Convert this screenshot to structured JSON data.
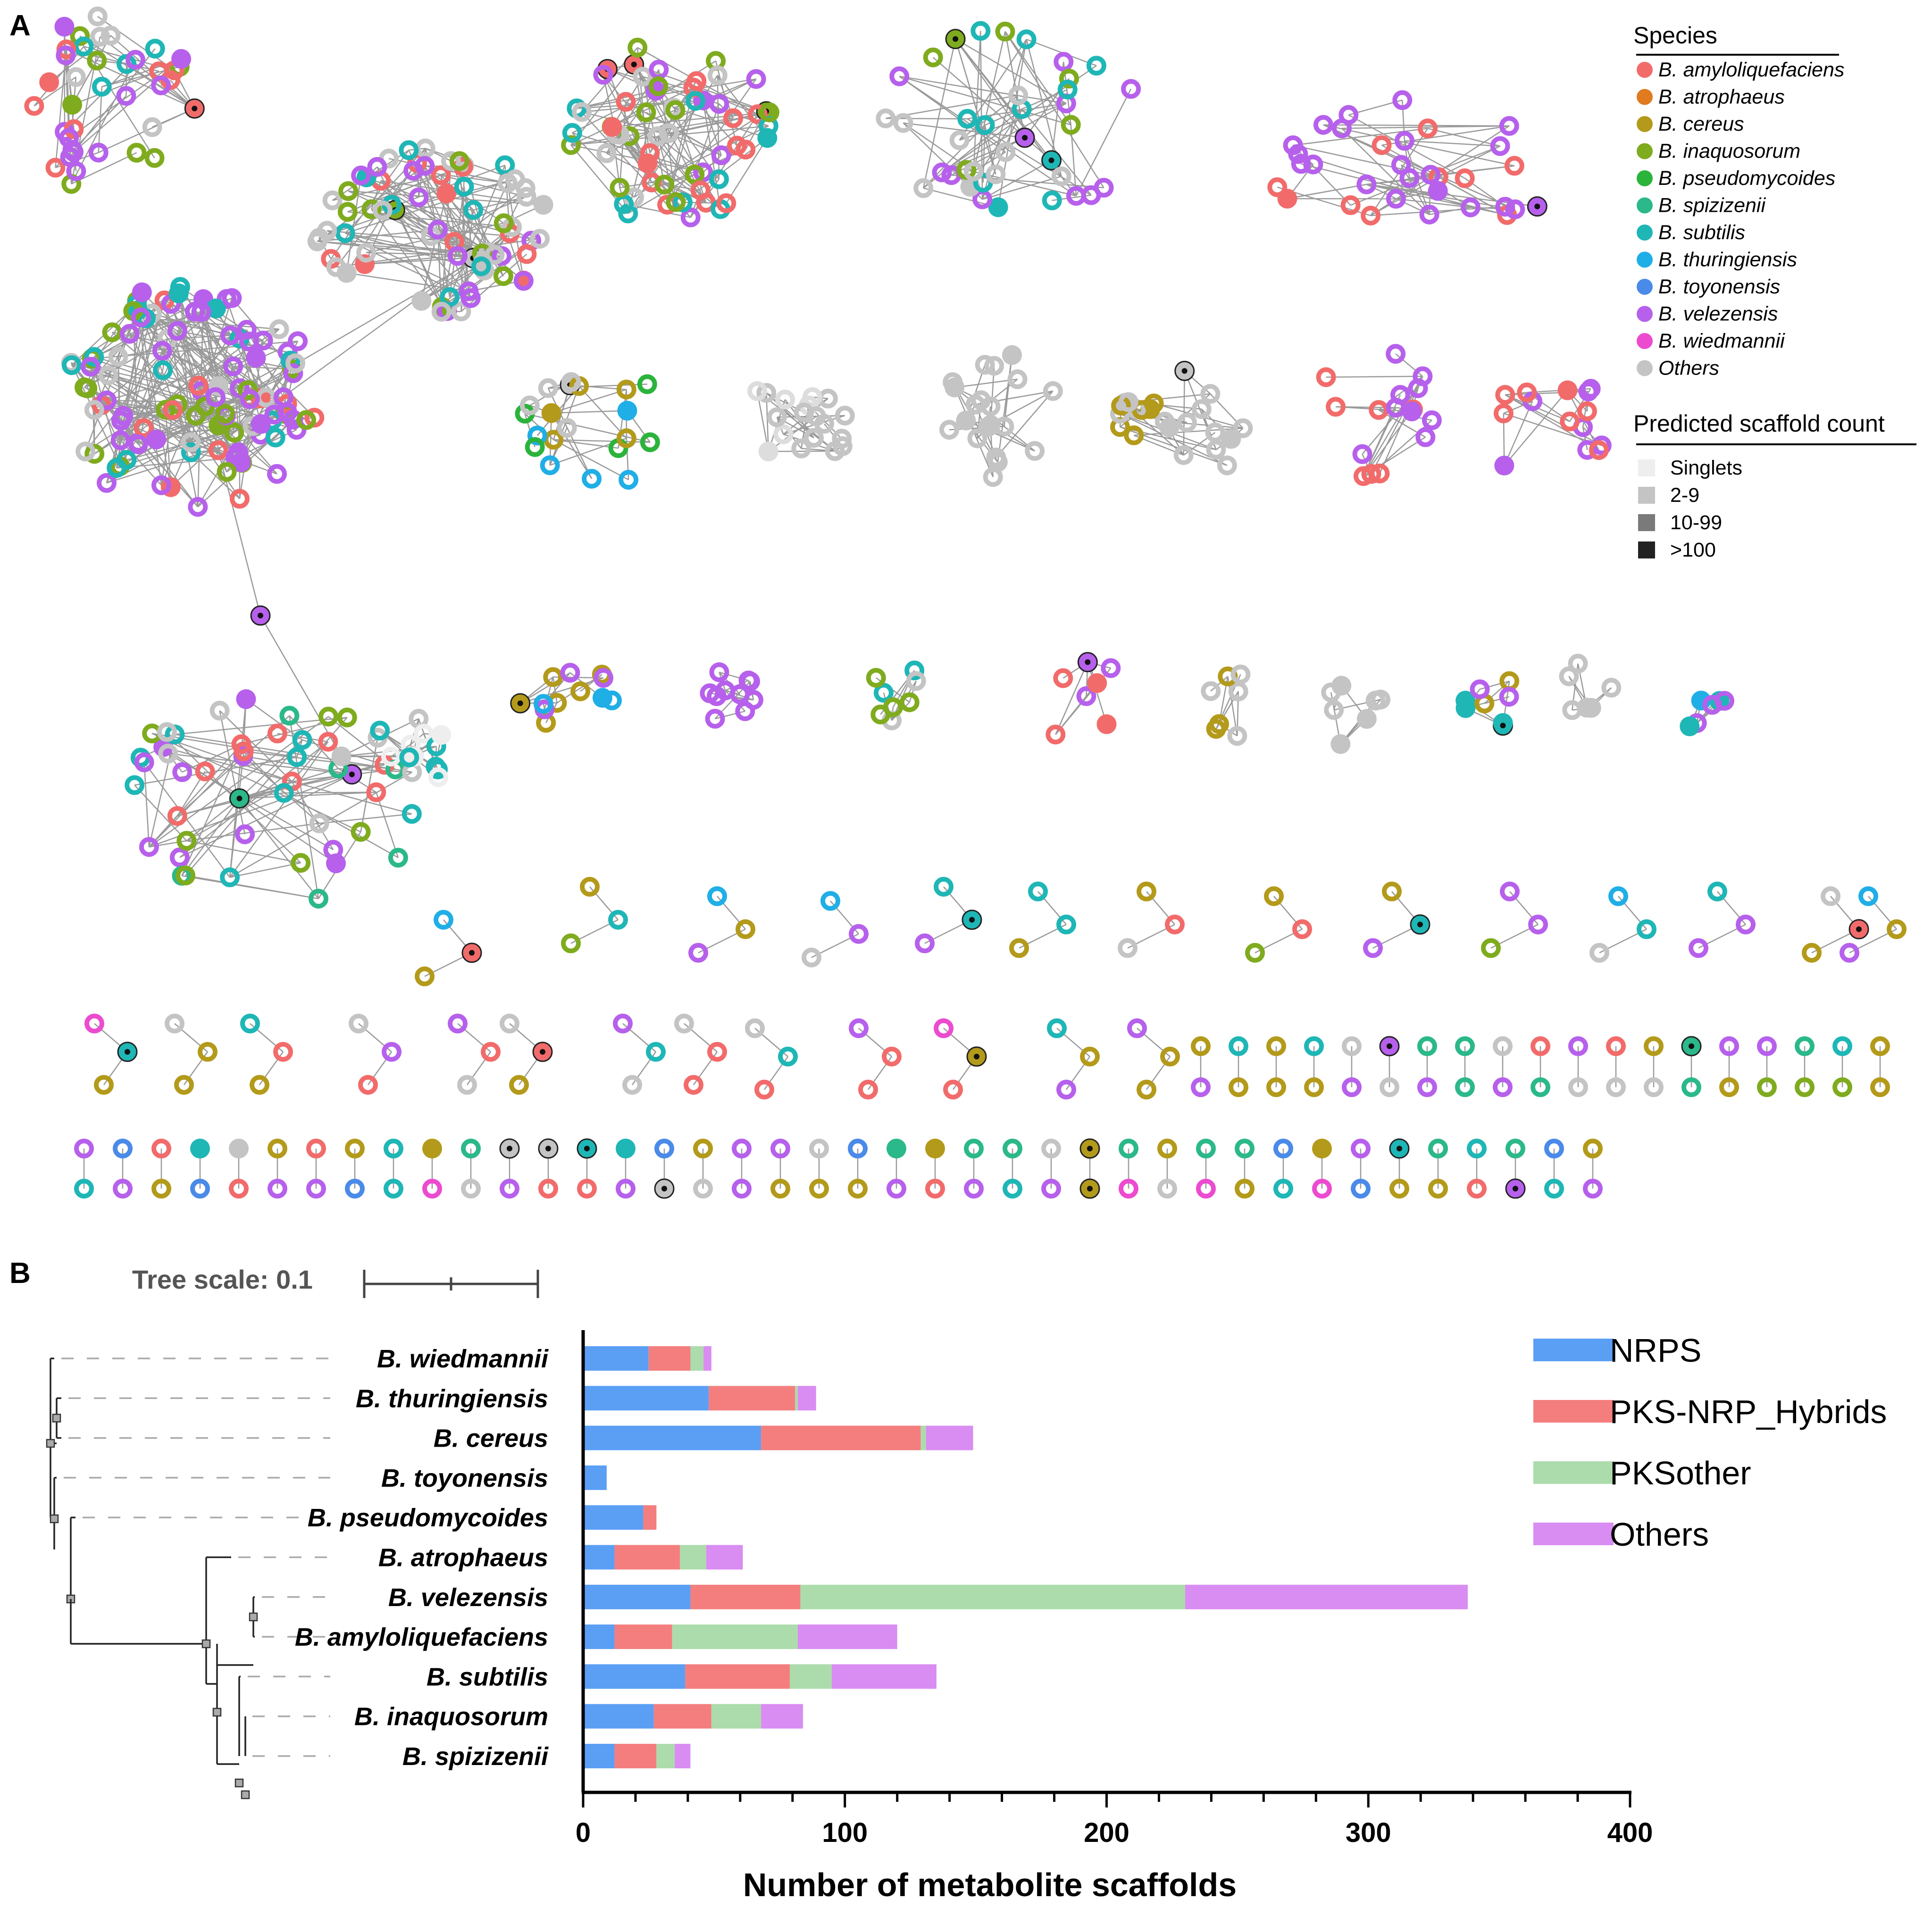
{
  "panel_a": {
    "label": "A",
    "species_legend_title": "Species",
    "species": [
      {
        "name": "B. amyloliquefaciens",
        "color": "#f26b6b"
      },
      {
        "name": "B. atrophaeus",
        "color": "#e07b1f"
      },
      {
        "name": "B. cereus",
        "color": "#b39a1a"
      },
      {
        "name": "B. inaquosorum",
        "color": "#7fab1e"
      },
      {
        "name": "B. pseudomycoides",
        "color": "#2bb33b"
      },
      {
        "name": "B. spizizenii",
        "color": "#2bb88a"
      },
      {
        "name": "B. subtilis",
        "color": "#1fb6b6"
      },
      {
        "name": "B. thuringiensis",
        "color": "#20aee6"
      },
      {
        "name": "B. toyonensis",
        "color": "#4a8ae8"
      },
      {
        "name": "B. velezensis",
        "color": "#b660ec"
      },
      {
        "name": "B. wiedmannii",
        "color": "#ec4bd0"
      },
      {
        "name": "Others",
        "color": "#c4c4c4"
      }
    ],
    "count_legend_title": "Predicted scaffold count",
    "counts": [
      {
        "label": "Singlets",
        "color": "#eeeeee"
      },
      {
        "label": "2-9",
        "color": "#c4c4c4"
      },
      {
        "label": "10-99",
        "color": "#7a7a7a"
      },
      {
        "label": ">100",
        "color": "#222222"
      }
    ]
  },
  "panel_b": {
    "label": "B",
    "tree_scale_label": "Tree scale: 0.1",
    "legend": [
      {
        "name": "NRPS",
        "color": "#5b9ff5"
      },
      {
        "name": "PKS-NRP_Hybrids",
        "color": "#f47e7e"
      },
      {
        "name": "PKSother",
        "color": "#acdcac"
      },
      {
        "name": "Others",
        "color": "#d98cf2"
      }
    ]
  },
  "chart_data": {
    "type": "bar",
    "orientation": "horizontal",
    "stacked": true,
    "categories": [
      "B. wiedmannii",
      "B. thuringiensis",
      "B. cereus",
      "B. toyonensis",
      "B. pseudomycoides",
      "B. atrophaeus",
      "B. velezensis",
      "B. amyloliquefaciens",
      "B. subtilis",
      "B. inaquosorum",
      "B. spizizenii"
    ],
    "series": [
      {
        "name": "NRPS",
        "values": [
          25,
          48,
          68,
          9,
          23,
          12,
          41,
          12,
          39,
          27,
          12
        ]
      },
      {
        "name": "PKS-NRP_Hybrids",
        "values": [
          16,
          33,
          61,
          0,
          5,
          25,
          42,
          22,
          40,
          22,
          16
        ]
      },
      {
        "name": "PKSother",
        "values": [
          5,
          1,
          2,
          0,
          0,
          10,
          147,
          48,
          16,
          19,
          7
        ]
      },
      {
        "name": "Others",
        "values": [
          3,
          7,
          18,
          0,
          0,
          14,
          108,
          38,
          40,
          16,
          6
        ]
      }
    ],
    "xlabel": "Number of metabolite scaffolds",
    "xlim": [
      0,
      400
    ],
    "xticks": [
      "0",
      "100",
      "200",
      "300",
      "400"
    ],
    "legend_position": "top-right"
  }
}
